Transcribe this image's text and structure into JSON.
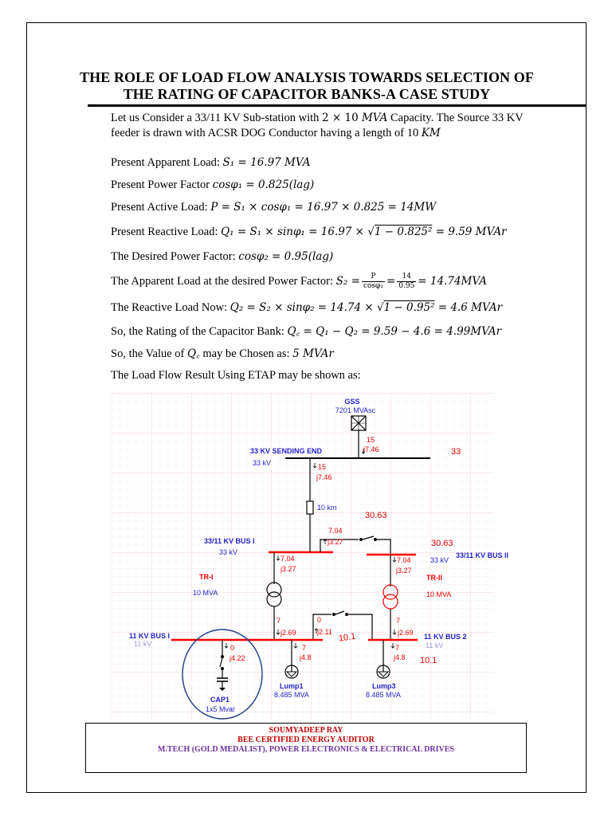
{
  "title": {
    "line1": "THE ROLE OF LOAD FLOW ANALYSIS TOWARDS SELECTION OF",
    "line2": "THE RATING OF CAPACITOR BANKS-A CASE STUDY"
  },
  "intro": {
    "l1_a": "Let us Consider a 33/11 KV Sub-station with ",
    "l1_m": "2 × 10 ",
    "l1_mi": "MVA",
    "l1_b": " Capacity. The Source 33 KV",
    "l2_a": "feeder is drawn with ACSR DOG Conductor having a length of 10 ",
    "l2_mi": "KM"
  },
  "eq": {
    "apparent_label": "Present Apparent Load:  ",
    "apparent_expr": "S₁ = 16.97 MVA",
    "pf_label": "Present Power Factor ",
    "pf_expr": "cosφ₁ = 0.825(lag)",
    "active_label": "Present Active Load: ",
    "active_expr": "P = S₁ × cosφ₁ = 16.97 × 0.825 = 14MW",
    "reactive_label": "Present Reactive Load: ",
    "reactive_expr_a": "Q₁ = S₁ × sinφ₁ = 16.97 × √",
    "reactive_expr_root": "1 − 0.825²",
    "reactive_expr_b": " = 9.59 MVAr",
    "desired_label": "The Desired Power Factor: ",
    "desired_expr": "cosφ₂ = 0.95(lag)",
    "apparent2_label": "The Apparent Load at the desired Power Factor: ",
    "apparent2_s": "S₂ =",
    "apparent2_num1": "P",
    "apparent2_den1": "cosφ₂",
    "apparent2_num2": "14",
    "apparent2_den2": "0.95",
    "apparent2_res": "= 14.74MVA",
    "reactive2_label": "The Reactive Load Now: ",
    "reactive2_expr_a": "Q₂ = S₂ × sinφ₂ = 14.74 × √",
    "reactive2_expr_root": "1 − 0.95²",
    "reactive2_expr_b": " = 4.6 MVAr",
    "rating_label": "So, the Rating of the Capacitor Bank: ",
    "rating_expr": "Q꜀ = Q₁ − Q₂ = 9.59 − 4.6 = 4.99MVAr",
    "chosen_a": "So, the Value of ",
    "chosen_m": "Q꜀",
    "chosen_b": " may be Chosen as: ",
    "chosen_c": "5 MVAr",
    "etap_line": "The Load Flow Result Using ETAP may be shown as:"
  },
  "diagram": {
    "gss_name": "GSS",
    "gss_rating": "7201 MVAsc",
    "gss_p": "15",
    "gss_q": "j7.46",
    "bus33_name": "33 KV SENDING END",
    "bus33_kv": "33 kV",
    "bus33_voltage": "33",
    "line_p": "15",
    "line_q": "j7.46",
    "line_len": "10 km",
    "bus1_name": "33/11 KV BUS I",
    "bus1_kv": "33 kV",
    "tie_p": "7.04",
    "tie_q": "j3.27",
    "bus1_voltage": "30.63",
    "bus2_voltage": "30.63",
    "bus2_name": "33/11 KV BUS II",
    "bus2_kv": "33 kV",
    "tr1_p": "7.04",
    "tr1_q": "j3.27",
    "tr2_p": "7.04",
    "tr2_q": "j3.27",
    "tr1_name": "TR-I",
    "tr1_rating": "10 MVA",
    "tr2_name": "TR-II",
    "tr2_rating": "10 MVA",
    "lv1_p": "7",
    "lv1_q": "j2.69",
    "lv_tie_p": "0",
    "lv_tie_q": "j2.11",
    "lv2_p": "7",
    "lv2_q": "j2.69",
    "bus11a_name": "11 KV BUS I",
    "bus11a_kv": "11 kV",
    "bus11a_voltage": "10.1",
    "bus11b_name": "11 KV BUS 2",
    "bus11b_kv": "11 kV",
    "bus11b_voltage": "10.1",
    "cap_p": "0",
    "cap_q": "j4.22",
    "lump1_p": "7",
    "lump1_q": "j4.8",
    "lump3_p": "7",
    "lump3_q": "j4.8",
    "cap_name": "CAP1",
    "cap_rating": "1x5 Mvar",
    "lump1_name": "Lump1",
    "lump1_rating": "8.485 MVA",
    "lump3_name": "Lump3",
    "lump3_rating": "8.485 MVA"
  },
  "footer": {
    "name": "SOUMYADEEP RAY",
    "cert": "BEE CERTIFIED ENERGY AUDITOR",
    "degree": "M.TECH (GOLD MEDALIST), POWER ELECTRONICS & ELECTRICAL DRIVES"
  },
  "colors": {
    "bus_red": "#ff0000",
    "label_blue": "#1f1fcc",
    "footer_red": "#c00000",
    "footer_purple": "#7030a0"
  }
}
